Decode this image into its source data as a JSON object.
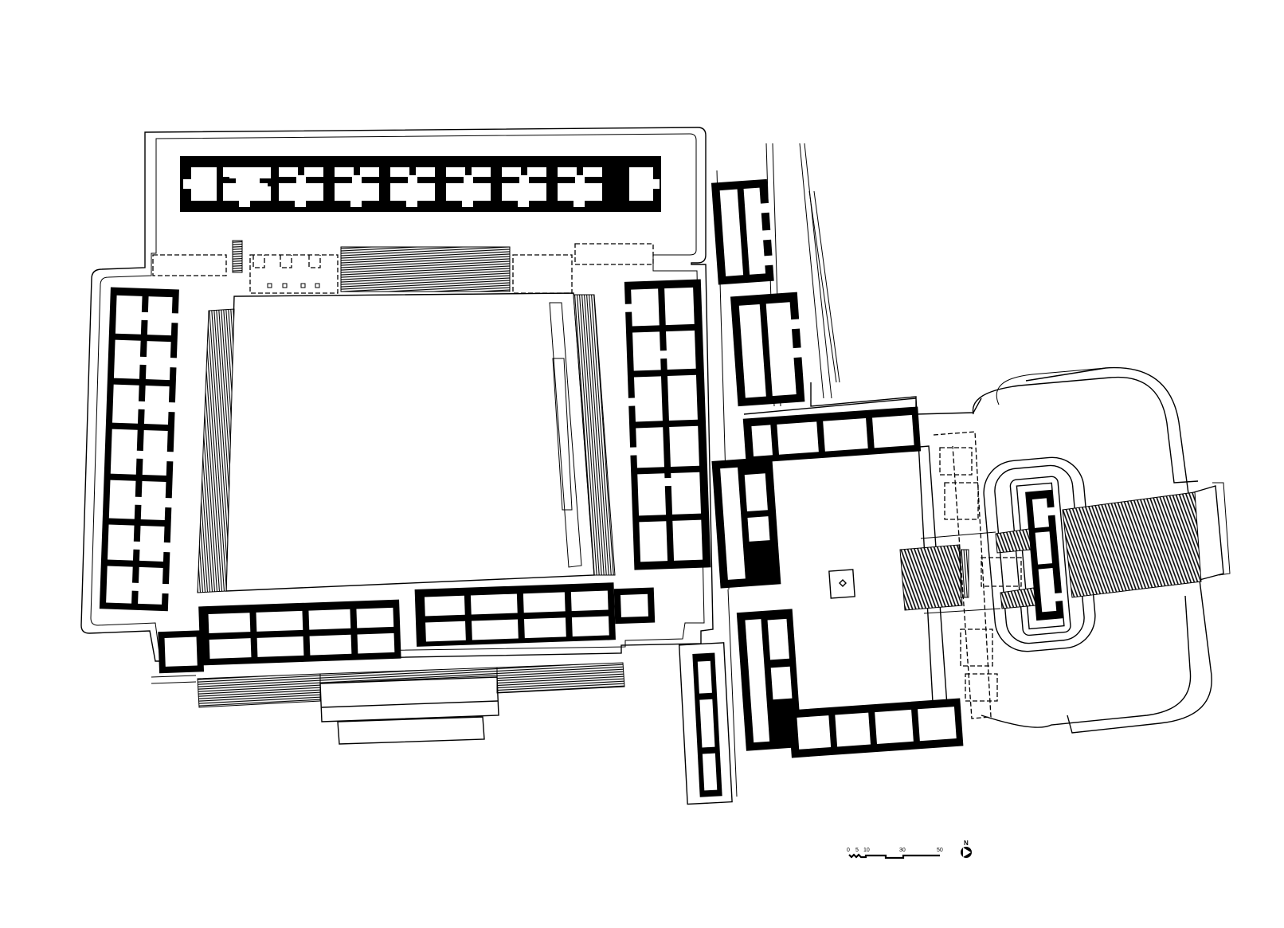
{
  "drawing": {
    "type": "architectural site plan",
    "background": "#ffffff",
    "ink": "#000000"
  },
  "scale_bar": {
    "labels": [
      "0",
      "5",
      "10",
      "30",
      "50"
    ]
  },
  "north_arrow": {
    "label": "N"
  }
}
